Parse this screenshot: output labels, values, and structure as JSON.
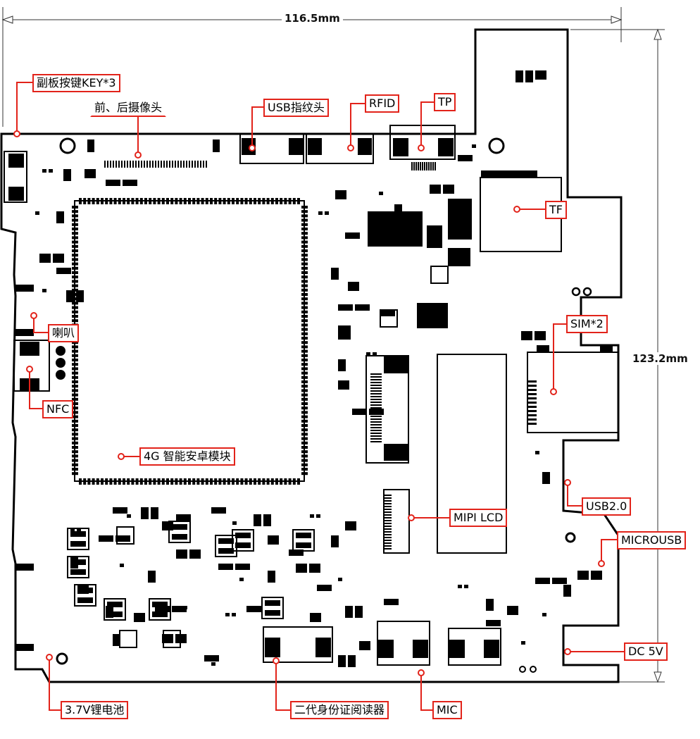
{
  "dimensions": {
    "width_label": "116.5mm",
    "height_label": "123.2mm"
  },
  "labels": {
    "sub_keys": "副板按键KEY*3",
    "camera": "前、后摄像头",
    "usb_fingerprint": "USB指纹头",
    "rfid": "RFID",
    "tp": "TP",
    "tf": "TF",
    "sim": "SIM*2",
    "speaker": "喇叭",
    "nfc": "NFC",
    "module_4g": "4G 智能安卓模块",
    "usb2": "USB2.0",
    "mipi_lcd": "MIPI LCD",
    "microusb": "MICROUSB",
    "dc5v": "DC 5V",
    "battery": "3.7V锂电池",
    "id_reader": "二代身份证阅读器",
    "mic": "MIC"
  },
  "colors": {
    "callout": "#e2231a",
    "board_outline": "#000000",
    "component": "#000000",
    "background": "#ffffff"
  }
}
